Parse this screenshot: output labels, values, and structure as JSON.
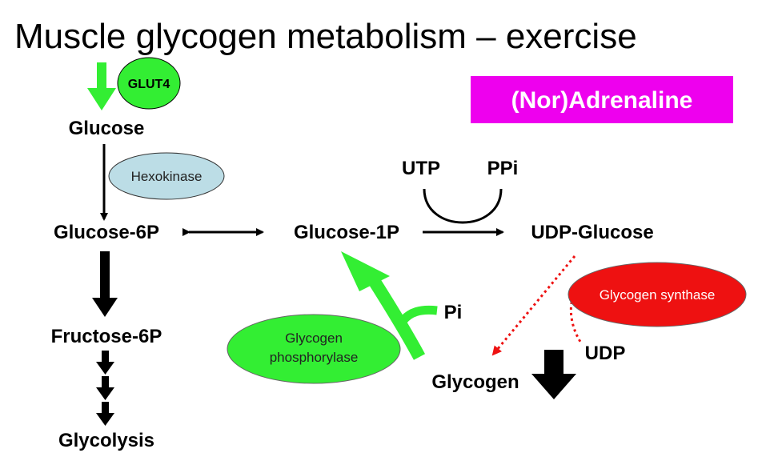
{
  "title": "Muscle glycogen metabolism – exercise",
  "hormone": "(Nor)Adrenaline",
  "metabolites": {
    "glucose": "Glucose",
    "glucose_6p": "Glucose-6P",
    "fructose_6p": "Fructose-6P",
    "glycolysis": "Glycolysis",
    "glucose_1p": "Glucose-1P",
    "udp_glucose": "UDP-Glucose",
    "utp": "UTP",
    "ppi": "PPi",
    "pi": "Pi",
    "udp": "UDP",
    "glycogen": "Glycogen"
  },
  "enzymes": {
    "glut4": "GLUT4",
    "hexokinase": "Hexokinase",
    "glycogen_synthase": "Glycogen synthase",
    "glycogen_phosphorylase_line1": "Glycogen",
    "glycogen_phosphorylase_line2": "phosphorylase"
  },
  "colors": {
    "hormone_bg": "#ee00ee",
    "activated_green": "#33ee33",
    "inhibited_red": "#ee1111",
    "hexokinase_fill": "#bcdde6",
    "arrow_black": "#000000"
  }
}
